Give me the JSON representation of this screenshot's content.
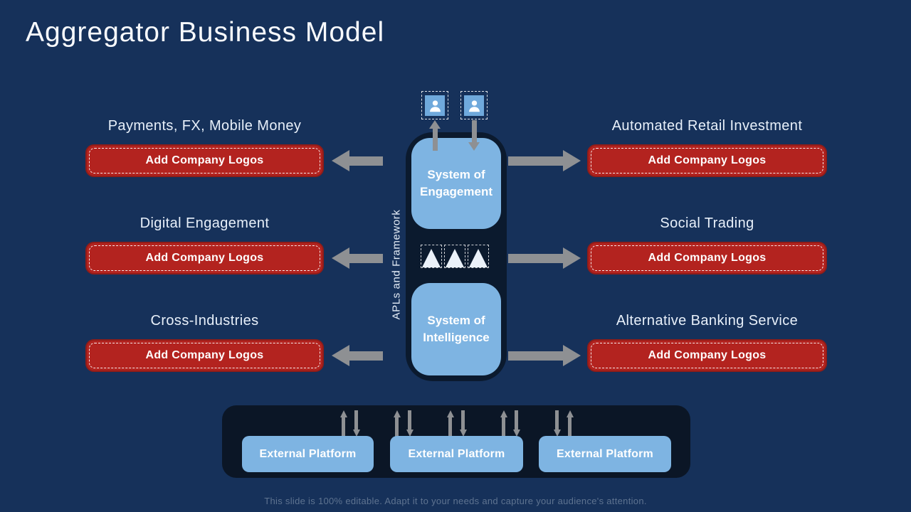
{
  "slide": {
    "title": "Aggregator Business Model",
    "footer": "This slide is 100% editable. Adapt it to your needs and capture your audience's attention."
  },
  "left_sections": [
    {
      "label": "Payments, FX, Mobile Money",
      "button_label": "Add Company Logos"
    },
    {
      "label": "Digital Engagement",
      "button_label": "Add Company Logos"
    },
    {
      "label": "Cross-Industries",
      "button_label": "Add Company Logos"
    }
  ],
  "right_sections": [
    {
      "label": "Automated Retail Investment",
      "button_label": "Add Company Logos"
    },
    {
      "label": "Social Trading",
      "button_label": "Add Company Logos"
    },
    {
      "label": "Alternative Banking Service",
      "button_label": "Add Company Logos"
    }
  ],
  "center_column": {
    "vertical_label": "APLs and Framework",
    "engagement_box": "System of Engagement",
    "intelligence_box": "System of Intelligence"
  },
  "bottom_panel": {
    "platforms": [
      {
        "label": "External Platform"
      },
      {
        "label": "External Platform"
      },
      {
        "label": "External Platform"
      }
    ]
  },
  "colors": {
    "background": "#16315A",
    "panel_dark": "#0B1A2E",
    "accent_blue": "#7EB4E2",
    "icon_blue": "#6FA9DC",
    "accent_red": "#B3231F",
    "arrow_gray": "#8E9093",
    "footer_text": "#5E7390"
  }
}
